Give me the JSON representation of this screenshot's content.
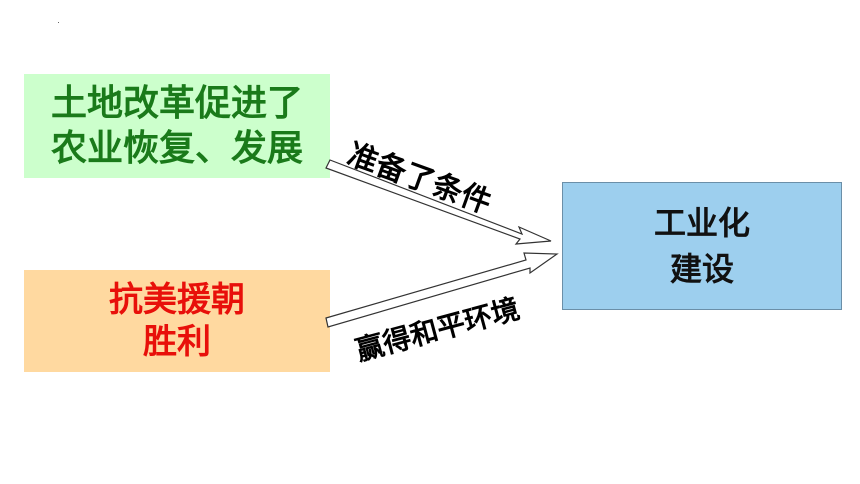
{
  "boxes": {
    "land_reform": {
      "lines": [
        "土地改革促进了",
        "农业恢复、发展"
      ],
      "bg": "#ccffcc",
      "text_color": "#1a7a1a"
    },
    "korean_war": {
      "lines": [
        "抗美援朝",
        "胜利"
      ],
      "bg": "#ffd9a0",
      "text_color": "#e8100a"
    },
    "industrialization": {
      "lines": [
        "工业化",
        "建设"
      ],
      "bg": "#9dcfee",
      "text_color": "#111111"
    }
  },
  "arrows": {
    "top_label": "准备了条件",
    "bottom_label": "赢得和平环境"
  }
}
